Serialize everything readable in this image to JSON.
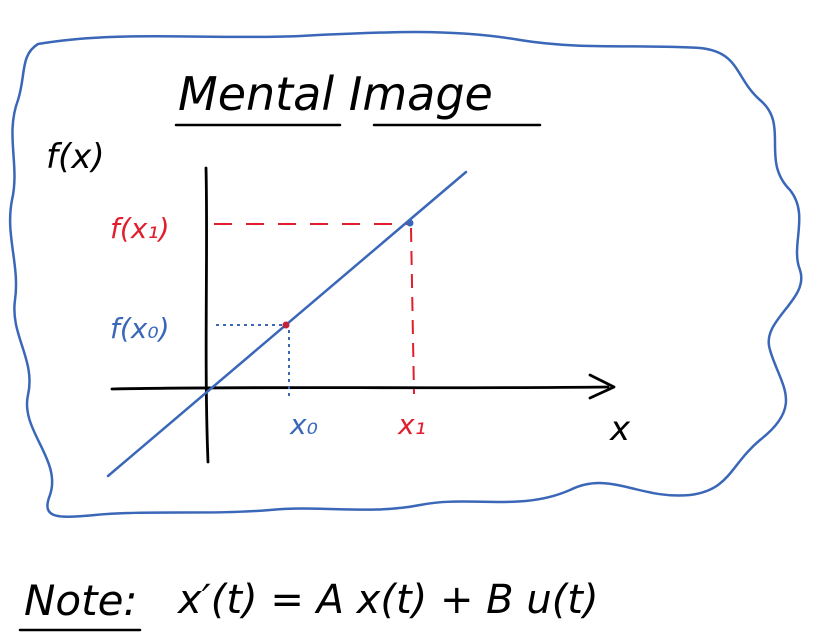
{
  "title": "Mental Image",
  "axes": {
    "y_label": "f(x)",
    "x_label": "x"
  },
  "ticks": {
    "x0_label": "x₀",
    "x1_label": "x₁",
    "fx0_label": "f(x₀)",
    "fx1_label": "f(x₁)"
  },
  "note": {
    "label": "Note:",
    "equation": "x′(t) = A x(t) + B u(t)"
  },
  "colors": {
    "ink": "#000000",
    "blue": "#3a67b8",
    "red": "#e01e2e"
  }
}
